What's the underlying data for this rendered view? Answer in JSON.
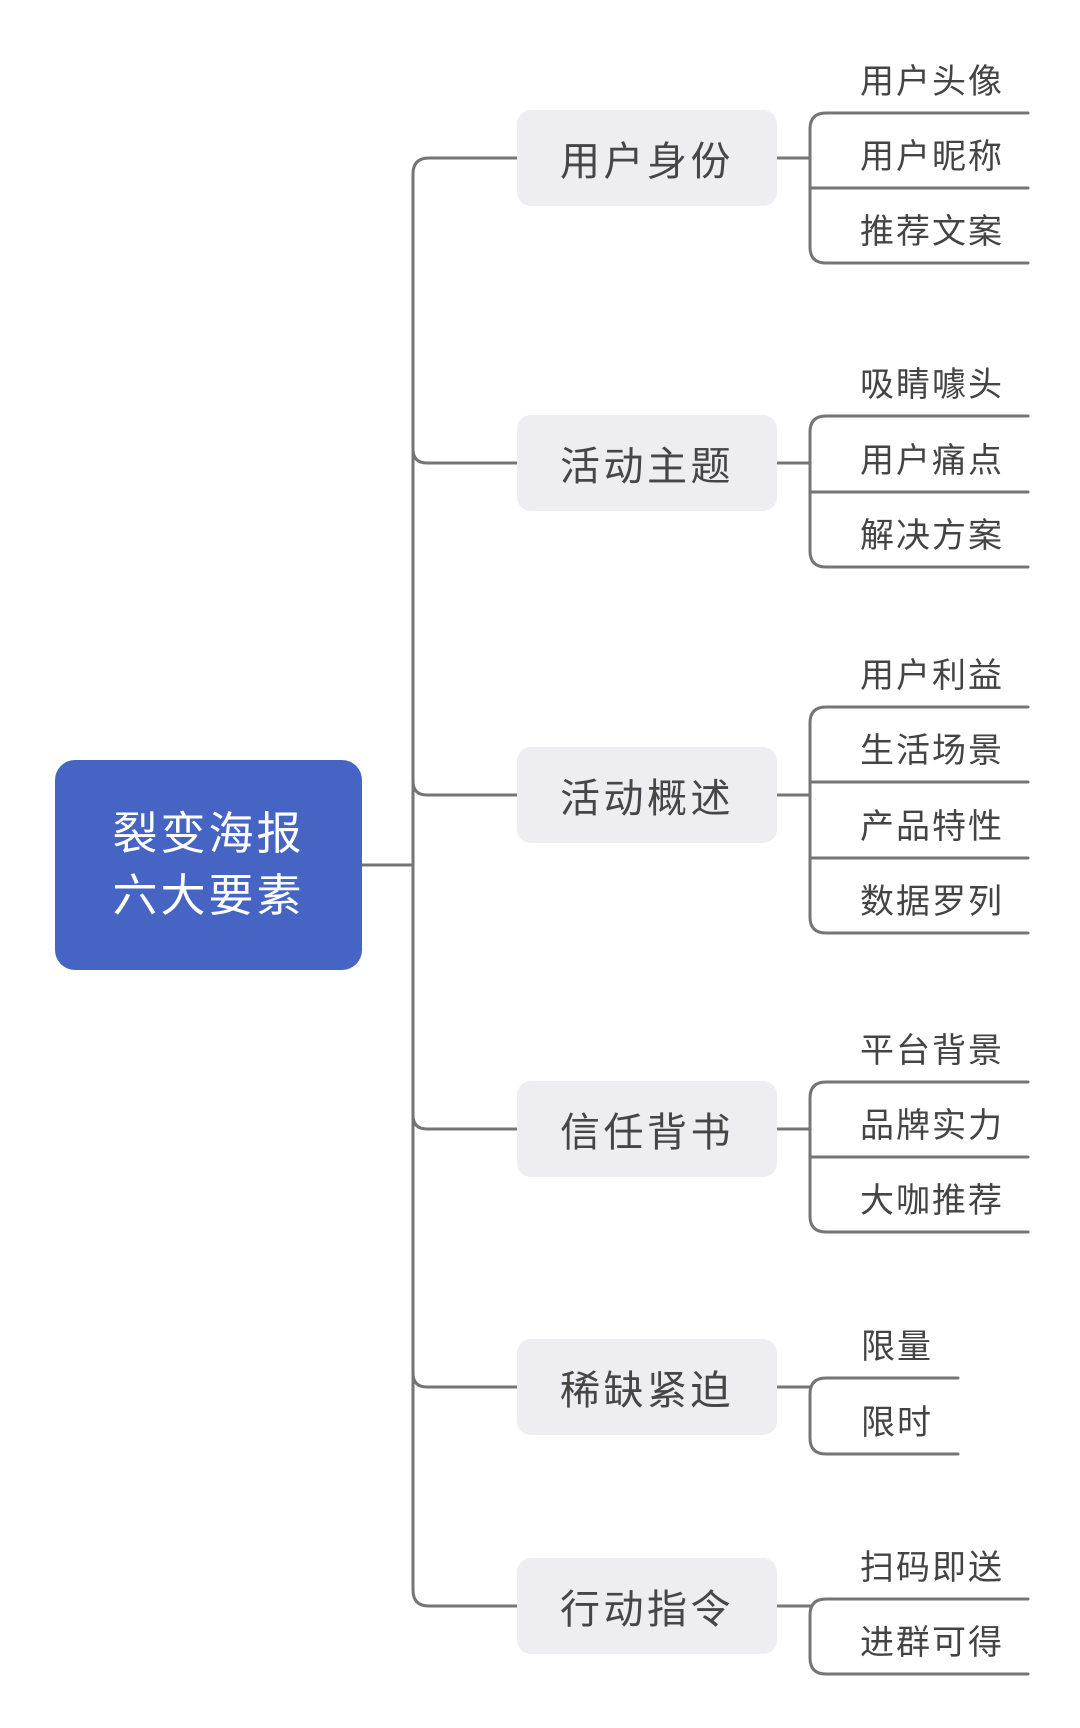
{
  "colors": {
    "background": "#ffffff",
    "root_fill": "#4564c4",
    "root_text": "#ffffff",
    "branch_fill": "#ededf2",
    "branch_text": "#464646",
    "leaf_text": "#444444",
    "line": "#757575"
  },
  "mindmap": {
    "root": {
      "label_line1": "裂变海报",
      "label_line2": "六大要素"
    },
    "branches": [
      {
        "label": "用户身份",
        "children": [
          "用户头像",
          "用户昵称",
          "推荐文案"
        ]
      },
      {
        "label": "活动主题",
        "children": [
          "吸睛噱头",
          "用户痛点",
          "解决方案"
        ]
      },
      {
        "label": "活动概述",
        "children": [
          "用户利益",
          "生活场景",
          "产品特性",
          "数据罗列"
        ]
      },
      {
        "label": "信任背书",
        "children": [
          "平台背景",
          "品牌实力",
          "大咖推荐"
        ]
      },
      {
        "label": "稀缺紧迫",
        "children": [
          "限量",
          "限时"
        ]
      },
      {
        "label": "行动指令",
        "children": [
          "扫码即送",
          "进群可得"
        ]
      }
    ]
  }
}
